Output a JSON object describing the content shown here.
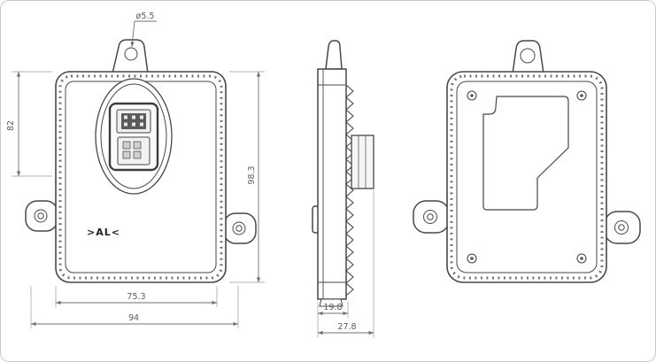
{
  "labels": {
    "hole_diameter": "ø5.5",
    "front_height_partial": "82",
    "front_height_total": "98.3",
    "front_width_inner": "75.3",
    "front_width_total": "94",
    "side_depth_body": "19.8",
    "side_depth_total": "27.8",
    "brand_marking": ">AL<"
  },
  "colors": {
    "line": "#474747",
    "dimension": "#707070",
    "background": "#ffffff"
  }
}
